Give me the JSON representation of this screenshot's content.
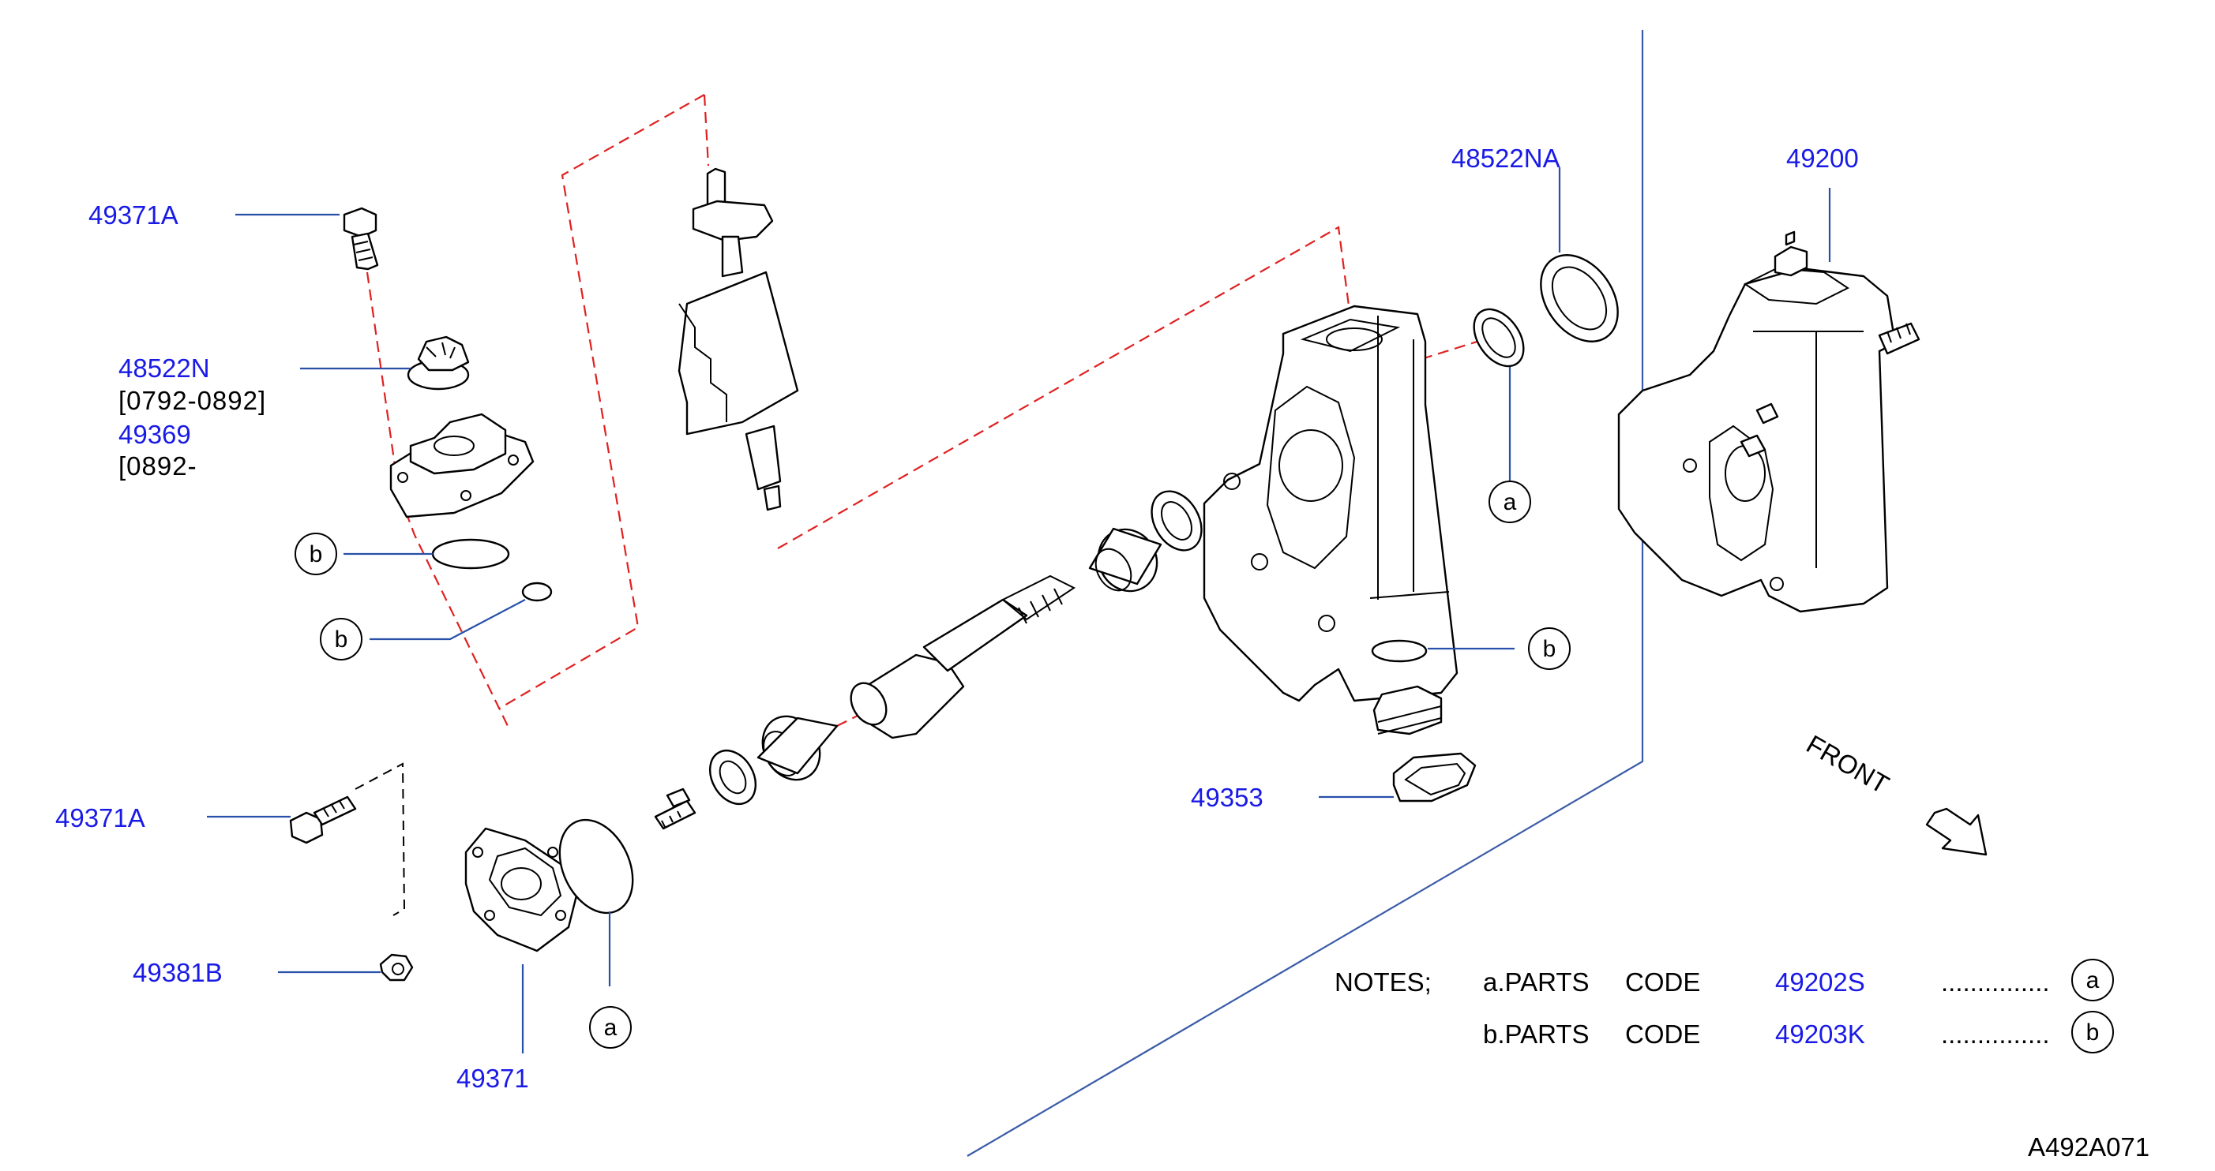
{
  "labels": {
    "p49371A_top": "49371A",
    "p48522N": "48522N",
    "p48522N_range": "[0792-0892]",
    "p49369": "49369",
    "p49369_range": "[0892-",
    "p48522NA": "48522NA",
    "p49200": "49200",
    "p49353": "49353",
    "p49371A_bottom": "49371A",
    "p49381B": "49381B",
    "p49371": "49371"
  },
  "circle_markers": {
    "a": "a",
    "b": "b"
  },
  "front_label": "FRONT",
  "notes": {
    "heading": "NOTES;",
    "rows": [
      {
        "prefix": "a.PARTS",
        "code_word": "CODE",
        "code": "49202S",
        "dots": "...............",
        "marker": "a"
      },
      {
        "prefix": "b.PARTS",
        "code_word": "CODE",
        "code": "49203K",
        "dots": "...............",
        "marker": "b"
      }
    ]
  },
  "diagram_id": "A492A071",
  "colors": {
    "part_number": "#1a1ae6",
    "leader_line": "#2850a8",
    "dashed_path": "#e02020"
  }
}
